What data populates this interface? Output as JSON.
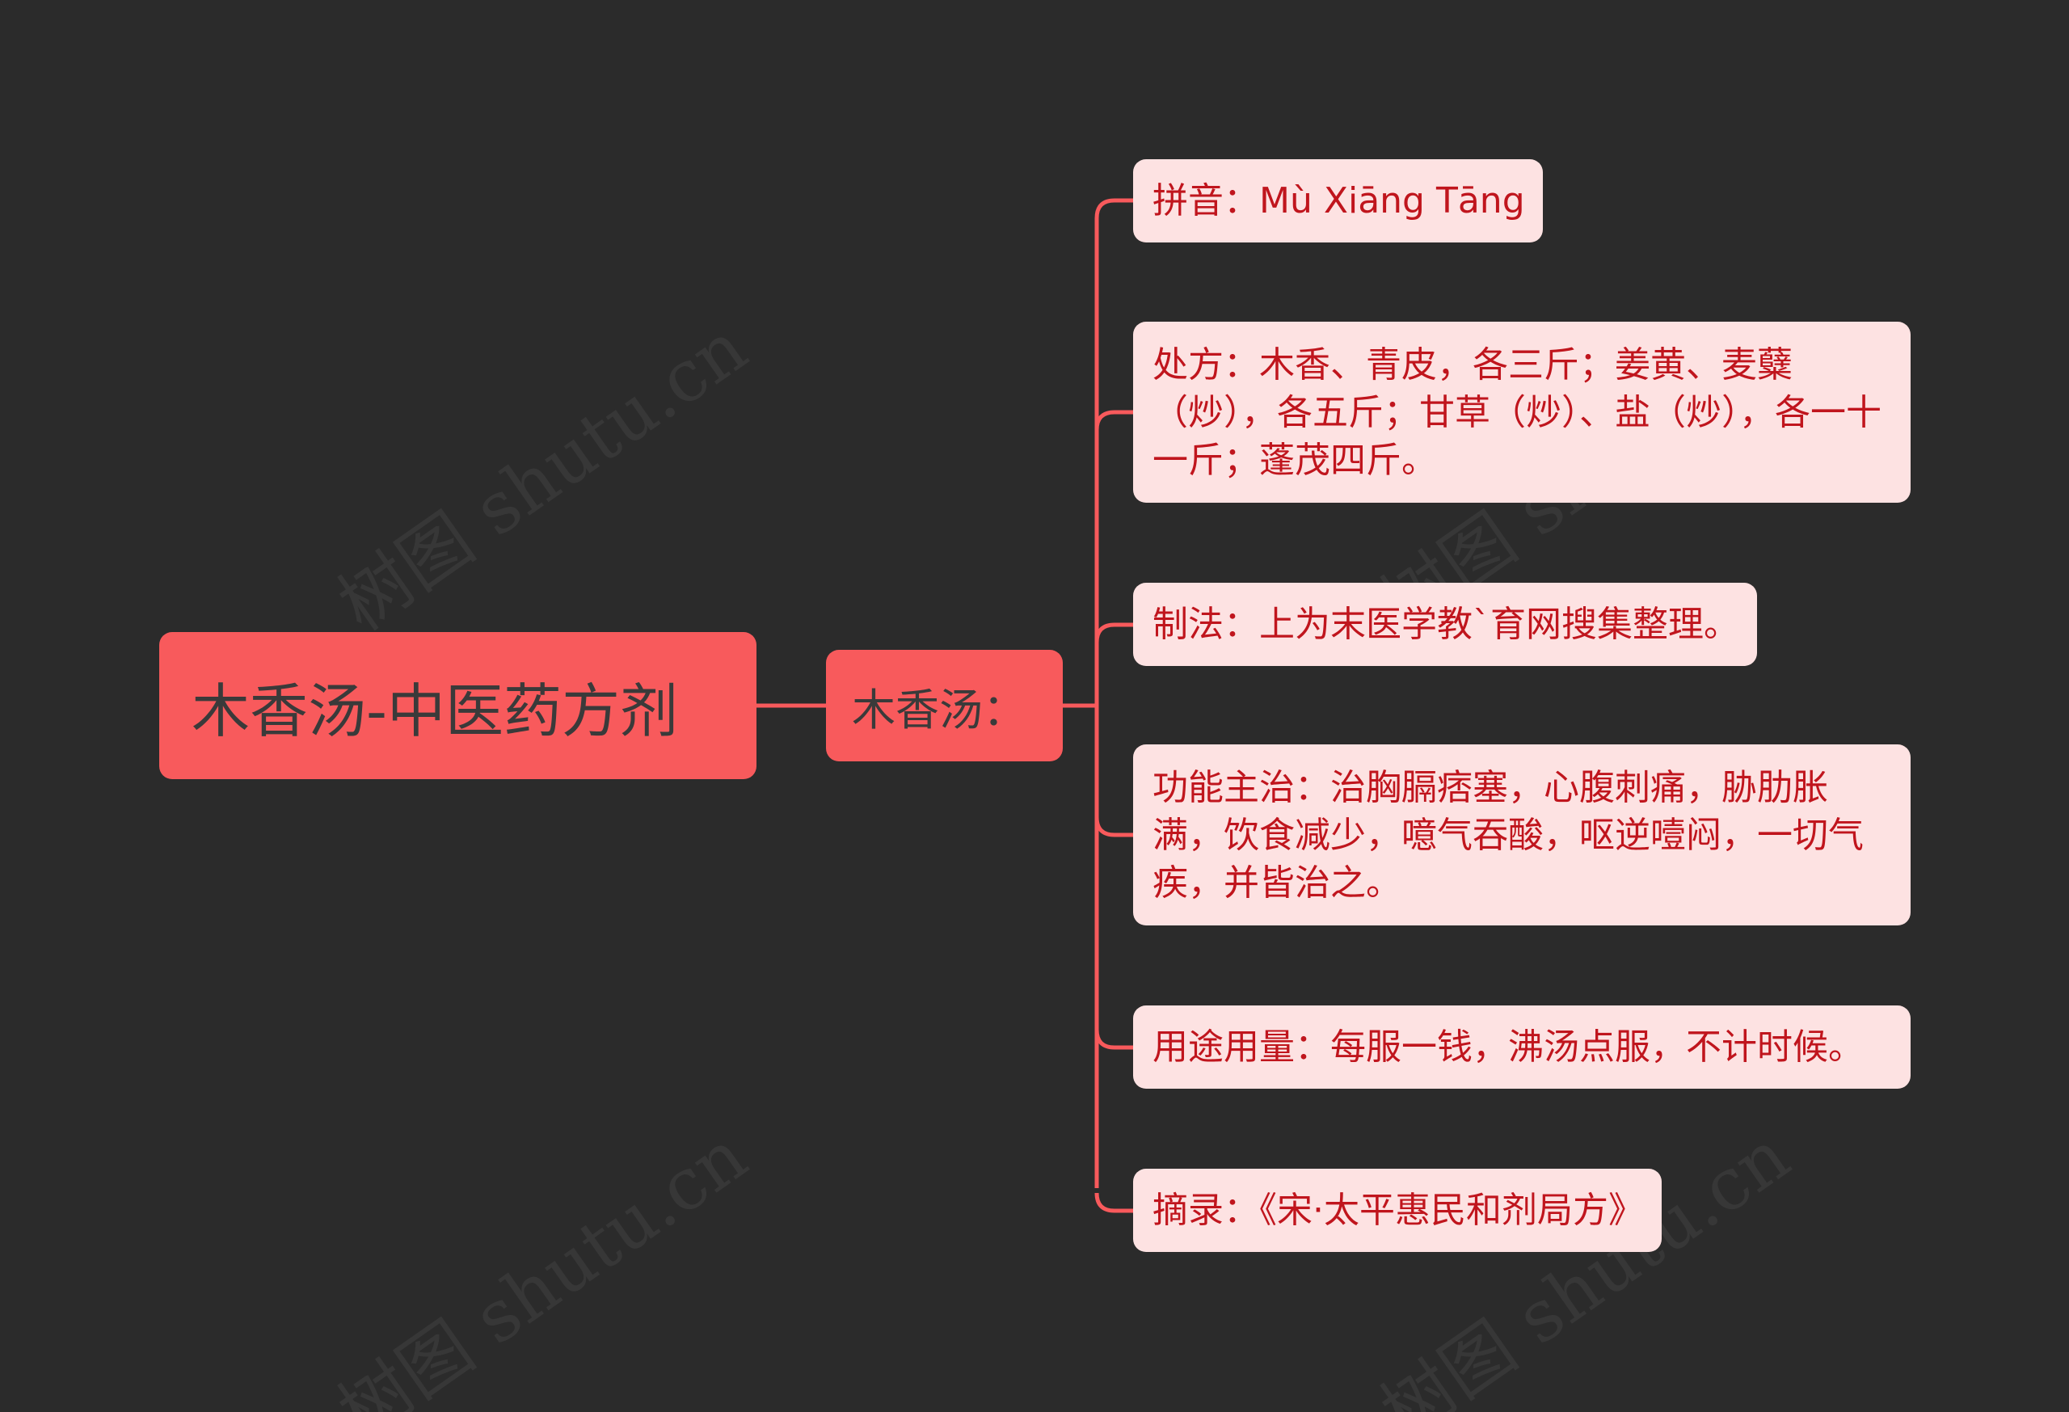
{
  "root": {
    "label": "木香汤-中医药方剂"
  },
  "mid": {
    "label": "木香汤："
  },
  "leaves": [
    {
      "label": "拼音：Mù Xiāng Tāng"
    },
    {
      "label": "处方：木香、青皮，各三斤；姜黄、麦糵（炒），各五斤；甘草（炒）、盐（炒），各一十一斤；蓬茂四斤。"
    },
    {
      "label": "制法：上为末医学教`育网搜集整理。"
    },
    {
      "label": "功能主治：治胸膈痞塞，心腹刺痛，胁肋胀满，饮食减少，噫气吞酸，呕逆噎闷，一切气疾，并皆治之。"
    },
    {
      "label": "用途用量：每服一钱，沸汤点服，不计时候。"
    },
    {
      "label": "摘录：《宋·太平惠民和剂局方》"
    }
  ],
  "watermark": {
    "text": "树图 shutu.cn"
  },
  "colors": {
    "background": "#2b2b2b",
    "root_fill": "#f85a5c",
    "leaf_fill": "#fde2e2",
    "leaf_text": "#c0151d",
    "line": "#f85a5c"
  }
}
